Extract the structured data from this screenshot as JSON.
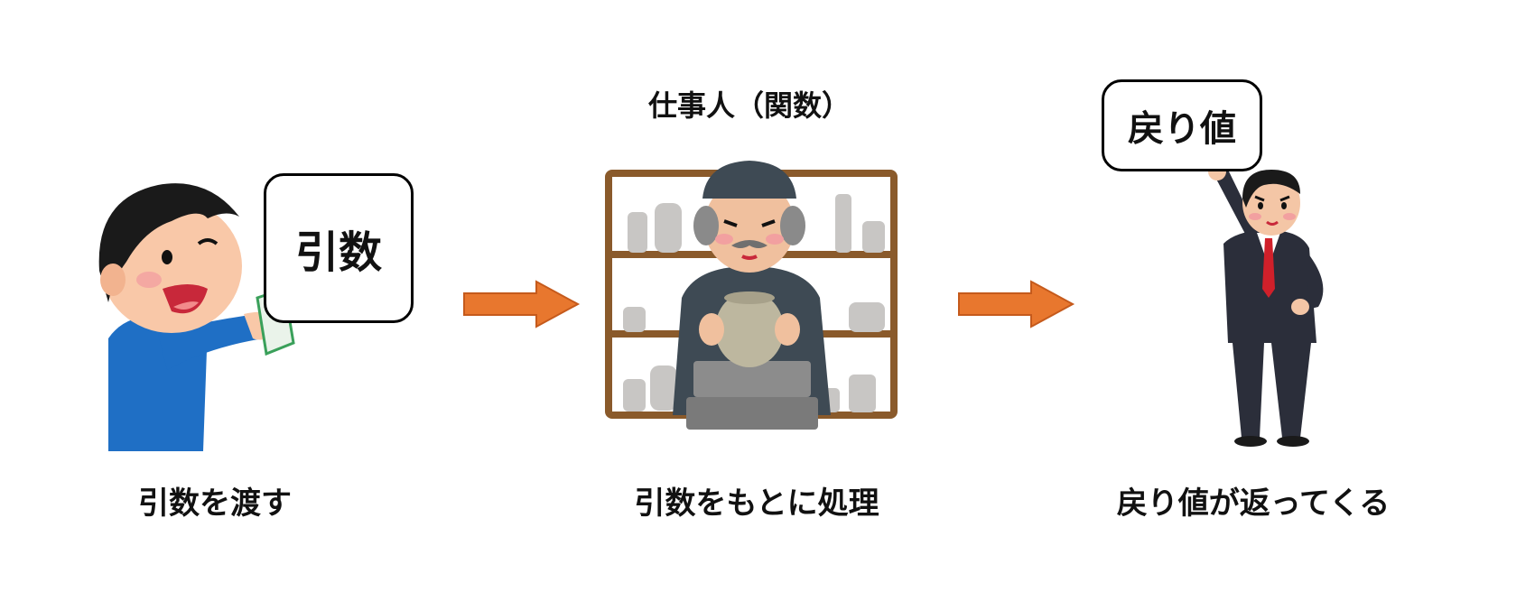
{
  "diagram": {
    "left": {
      "card_text": "引数",
      "caption": "引数を渡す"
    },
    "middle": {
      "title": "仕事人（関数）",
      "caption": "引数をもとに処理"
    },
    "right": {
      "card_text": "戻り値",
      "caption": "戻り値が返ってくる"
    },
    "colors": {
      "arrow": "#E8772E",
      "arrow_outline": "#C55A1C",
      "shelf": "#8A5A2B",
      "shirt_blue": "#1F6FC5",
      "suit": "#2B2E3A",
      "tie": "#D0202A"
    },
    "icons": [
      "child-handing-paper-icon",
      "potter-at-wheel-icon",
      "businessman-raising-hand-icon",
      "arrow-right-icon"
    ]
  }
}
